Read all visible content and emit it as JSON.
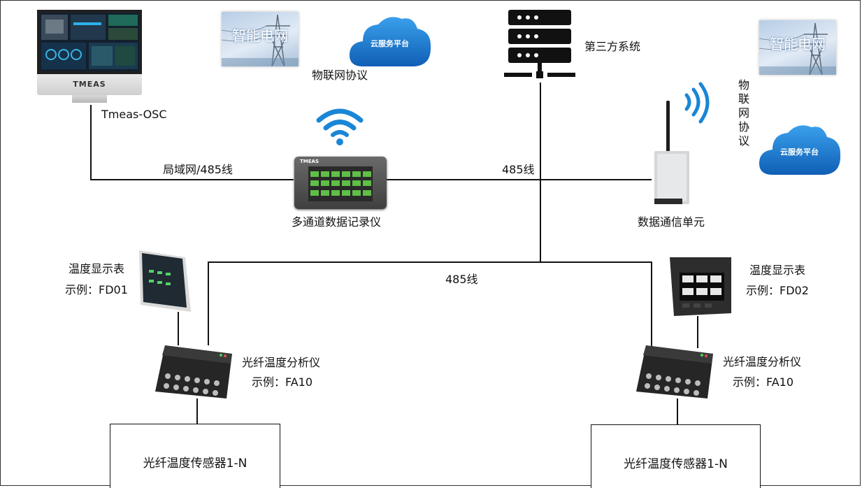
{
  "labels": {
    "tmeas_osc": "Tmeas-OSC",
    "smart_grid_1": "智能电网",
    "smart_grid_2": "智能电网",
    "cloud_1": "云服务平台",
    "cloud_2": "云服务平台",
    "iot_protocol_1": "物联网协议",
    "iot_protocol_2": "物联网协议",
    "third_party": "第三方系统",
    "lan_485": "局域网/485线",
    "line_485_upper": "485线",
    "line_485_lower": "485线",
    "logger": "多通道数据记录仪",
    "comm_unit": "数据通信单元",
    "temp_display_left": "温度显示表",
    "example_fd01": "示例：FD01",
    "temp_display_right": "温度显示表",
    "example_fd02": "示例：FD02",
    "analyzer_left": "光纤温度分析仪",
    "example_fa10_left": "示例：FA10",
    "analyzer_right": "光纤温度分析仪",
    "example_fa10_right": "示例：FA10",
    "sensor_left": "光纤温度传感器1-N",
    "sensor_right": "光纤温度传感器1-N",
    "monitor_brand": "TMEAS",
    "logger_brand": "TMEAS"
  },
  "icons": {
    "wifi": "wifi-icon",
    "cloud": "cloud-icon",
    "server": "server-icon",
    "antenna_signal": "signal-waves-icon"
  },
  "colors": {
    "accent_blue": "#1a86d6",
    "cloud_blue": "#1670c9",
    "line": "#111111"
  }
}
